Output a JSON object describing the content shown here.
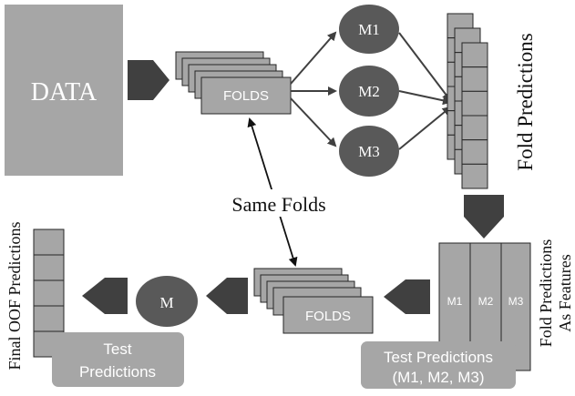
{
  "data_block": {
    "label": "DATA"
  },
  "folds_top": {
    "label": "FOLDS"
  },
  "folds_bottom": {
    "label": "FOLDS"
  },
  "models": {
    "m1": "M1",
    "m2": "M2",
    "m3": "M3",
    "meta": "M"
  },
  "labels": {
    "fold_predictions": "Fold Predictions",
    "fold_predictions_as_features_line1": "Fold Predictions",
    "fold_predictions_as_features_line2": "As Features",
    "same_folds": "Same Folds",
    "final_oof": "Final OOF Predictions"
  },
  "feature_columns": [
    "M1",
    "M2",
    "M3"
  ],
  "test_predictions_right": {
    "line1": "Test Predictions",
    "line2": "(M1, M2, M3)"
  },
  "test_predictions_left": {
    "line1": "Test",
    "line2": "Predictions"
  },
  "colors": {
    "block_gray": "#a6a6a6",
    "dark_gray": "#595959",
    "arrow_dark": "#404040",
    "outline": "#262626",
    "white_text": "#ffffff",
    "black_text": "#111111"
  }
}
